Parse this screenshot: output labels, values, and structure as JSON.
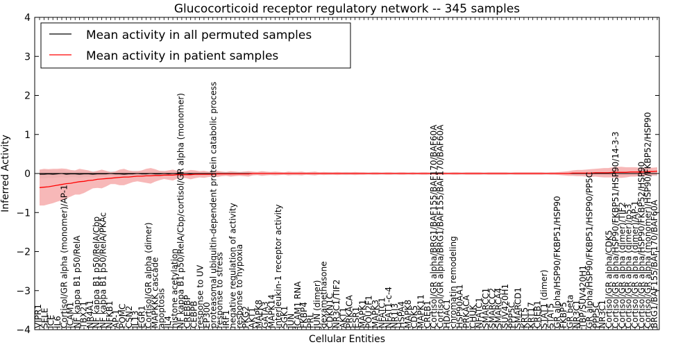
{
  "chart_data": {
    "type": "line",
    "title": "Glucocorticoid receptor regulatory network -- 345 samples",
    "xlabel": "Cellular Entities",
    "ylabel": "Inferred Activity",
    "ylim": [
      -4,
      4
    ],
    "yticks": [
      "4",
      "3",
      "2",
      "1",
      "0",
      "−1",
      "−2",
      "−3",
      "−4"
    ],
    "ytick_values": [
      4,
      3,
      2,
      1,
      0,
      -1,
      -2,
      -3,
      -4
    ],
    "grid": false,
    "legend_position": "top-left",
    "n_points": 140,
    "categories": [
      "VIPR1",
      "SELE",
      "ICE",
      "IL6",
      "Cortisol/GR alpha (monomer)/AP-1",
      "ICAM1",
      "NF kappa B1 p50/RelA",
      "TBX21",
      "NR4A1",
      "NF kappa B1 p50/RelA/Cbp",
      "NF kappa B1 p50/RelA/PKAc",
      "NFKB1",
      "AP-1",
      "POMC",
      "CSN2",
      "IL13",
      "EGR1",
      "Cortisol/GR alpha (dimer)",
      "MAPKKK cascade",
      "apoptosis",
      "IL4",
      "histone acetylation",
      "NF kappa B1 p50/RelA/Cbp/cortisol/GR alpha (monomer)",
      "CREBBP",
      "CEBPB",
      "response to UV",
      "EP300",
      "proteasomal ubiquitin-dependent protein catabolic process",
      "response to stress",
      "IRF1",
      "negative regulation of activity",
      "response to hypoxia",
      "PKG2",
      "AKT1",
      "MAPK8",
      "GATA3",
      "MAPK14",
      "interleukin-1 receptor activity",
      "SGK1",
      "JUN",
      "ICAM1 RNA",
      "FKBP4",
      "PRL",
      "JUN (dimer)",
      "dexamethasone",
      "CDKN1C",
      "NR3C1/TIF2",
      "AKT1",
      "PRKACA",
      "ESR1",
      "MAPK1",
      "POU2F1",
      "MAPK3",
      "NFATC1",
      "NFAT1-c-4",
      "NR1I3",
      "HSPA4",
      "MAPK8",
      "CDK5",
      "MAPK11",
      "CREB1",
      "Cortisol/GR alpha/BRG1/BAF155/BAF170/BAF60A",
      "Cortisol/GR alpha/BRG1/BAF155/BAF170/BAF60A",
      "HDAC1",
      "chromatin remodeling",
      "HSP90AA1",
      "PRKACA",
      "CHUK",
      "NFATC1",
      "SMARCC1",
      "SMARCC2",
      "SMARCA4",
      "SUV420H1",
      "PPP5C",
      "SMARCD1",
      "KRT5",
      "KRT17",
      "CREB1",
      "STAT1 (dimer)",
      "STAT5",
      "GR alpha/HSP90/FKBP51/HSP90",
      "FKBP5",
      "GR beta",
      "NR3C1",
      "TBP/SUV420H1",
      "GR alpha/HSP90/FKBP51/HSP90/PP5C",
      "PPP5C",
      "NR3C1",
      "Cortisol/GR alpha/CDK5",
      "Cortisol/GR alpha/HSP90/FKBP51/HSP90/14-3-3",
      "Cortisol/GR alpha (dimer)/TIF2",
      "Cortisol/GR alpha (dimer)/p53",
      "Cortisol/GR alpha (dimer)/AP-1",
      "Cortisol/GR alpha/HSP90/FKBP52/HSP90",
      "Cortisol/GR alpha (monomer)/HSP90/FKBP52/HSP90",
      "BRG1/BAF155/BAF170/BAF60A"
    ],
    "series": [
      {
        "name": "Mean activity in all permuted samples",
        "color": "#000000",
        "values": [
          -0.02,
          -0.02,
          -0.01,
          -0.02,
          -0.01,
          0.0,
          -0.02,
          -0.01,
          -0.01,
          -0.02,
          -0.01,
          -0.01,
          -0.02,
          -0.01,
          -0.01,
          -0.01,
          0.0,
          -0.01,
          -0.01,
          -0.02,
          -0.01,
          -0.01,
          0.0,
          -0.01,
          -0.01,
          0.0,
          -0.01,
          -0.01,
          0.0,
          -0.01,
          0.0,
          -0.01,
          0.0,
          0.0,
          -0.01,
          0.0,
          -0.01,
          0.0,
          0.0,
          -0.01,
          0.0,
          0.0,
          0.0,
          -0.01,
          0.0,
          0.0,
          0.0,
          -0.01,
          0.0,
          0.0,
          0.0,
          0.0,
          0.0,
          0.0,
          0.0,
          0.0,
          0.0,
          0.0,
          0.0,
          0.0,
          0.0,
          0.0,
          0.0,
          0.0,
          0.0,
          0.0,
          0.0,
          0.0,
          0.0,
          0.0,
          0.0,
          0.0,
          0.0,
          0.0,
          0.0,
          0.0,
          0.0,
          0.0,
          0.0,
          0.0,
          0.0,
          0.0,
          0.0,
          0.0,
          0.0,
          0.0,
          0.0,
          0.0,
          0.0,
          0.0,
          0.0,
          0.0,
          0.0,
          0.0,
          0.0,
          0.0,
          0.0,
          0.0,
          0.0,
          0.0,
          0.0,
          0.0,
          0.0,
          0.0,
          0.0,
          0.0,
          0.0,
          0.0,
          0.0,
          0.0,
          0.0,
          0.0,
          0.0,
          0.0,
          0.0,
          0.0,
          0.0,
          0.0,
          0.0,
          0.0,
          0.0,
          0.0,
          0.0,
          0.0,
          0.0,
          0.0,
          0.0,
          0.0,
          0.0,
          0.0,
          0.0,
          0.0,
          0.0,
          0.0,
          0.0,
          0.0,
          0.0,
          0.0,
          0.0,
          0.0
        ],
        "band_color": "#c8c8c8",
        "band": [
          0.1,
          0.11,
          0.1,
          0.1,
          0.09,
          0.09,
          0.09,
          0.08,
          0.08,
          0.09,
          0.08,
          0.08,
          0.08,
          0.07,
          0.07,
          0.07,
          0.06,
          0.07,
          0.08,
          0.09,
          0.08,
          0.08,
          0.07,
          0.07,
          0.06,
          0.06,
          0.07,
          0.08,
          0.07,
          0.06,
          0.06,
          0.06,
          0.05,
          0.05,
          0.06,
          0.06,
          0.05,
          0.05,
          0.05,
          0.05,
          0.05,
          0.05,
          0.04,
          0.05,
          0.05,
          0.04,
          0.05,
          0.05,
          0.04,
          0.04,
          0.05,
          0.04,
          0.04,
          0.04,
          0.04,
          0.03,
          0.04,
          0.04,
          0.04,
          0.04,
          0.03,
          0.04,
          0.04,
          0.03,
          0.03,
          0.04,
          0.03,
          0.03,
          0.03,
          0.04,
          0.03,
          0.03,
          0.03,
          0.03,
          0.03,
          0.03,
          0.03,
          0.03,
          0.03,
          0.03,
          0.03,
          0.03,
          0.03,
          0.03,
          0.03,
          0.03,
          0.03,
          0.03,
          0.03,
          0.03,
          0.03,
          0.03,
          0.03,
          0.03,
          0.03,
          0.03,
          0.03,
          0.03,
          0.03,
          0.03,
          0.03,
          0.03,
          0.03,
          0.03,
          0.03,
          0.03,
          0.03,
          0.03,
          0.03,
          0.03,
          0.03,
          0.03,
          0.03,
          0.03,
          0.03,
          0.03,
          0.03,
          0.03,
          0.03,
          0.03,
          0.03,
          0.03,
          0.03,
          0.03,
          0.04,
          0.04,
          0.04,
          0.04,
          0.04,
          0.05,
          0.05,
          0.05,
          0.05,
          0.05,
          0.05,
          0.06,
          0.06,
          0.06,
          0.06,
          0.07
        ]
      },
      {
        "name": "Mean activity in patient samples",
        "color": "#ff0000",
        "values": [
          -0.36,
          -0.35,
          -0.34,
          -0.32,
          -0.3,
          -0.28,
          -0.26,
          -0.25,
          -0.23,
          -0.21,
          -0.2,
          -0.18,
          -0.17,
          -0.15,
          -0.14,
          -0.13,
          -0.12,
          -0.11,
          -0.1,
          -0.09,
          -0.09,
          -0.08,
          -0.07,
          -0.07,
          -0.06,
          -0.06,
          -0.05,
          -0.05,
          -0.04,
          -0.04,
          -0.04,
          -0.03,
          -0.03,
          -0.03,
          -0.03,
          -0.02,
          -0.02,
          -0.02,
          -0.02,
          -0.02,
          -0.01,
          -0.01,
          -0.01,
          -0.01,
          -0.01,
          -0.01,
          -0.01,
          -0.01,
          0.0,
          0.0,
          0.0,
          0.0,
          0.0,
          0.0,
          0.0,
          0.0,
          0.0,
          0.0,
          0.0,
          0.0,
          0.0,
          0.0,
          0.0,
          0.0,
          0.0,
          0.0,
          0.0,
          0.0,
          0.0,
          0.0,
          0.0,
          0.0,
          0.0,
          0.0,
          0.0,
          0.0,
          0.0,
          0.0,
          0.0,
          0.0,
          0.0,
          0.0,
          0.0,
          0.0,
          0.0,
          0.0,
          0.0,
          0.0,
          0.0,
          0.0,
          0.0,
          0.0,
          0.0,
          0.0,
          0.0,
          0.0,
          0.0,
          0.0,
          0.0,
          0.0,
          0.0,
          0.0,
          0.0,
          0.0,
          0.0,
          0.0,
          0.0,
          0.0,
          0.0,
          0.0,
          0.0,
          0.0,
          0.0,
          0.0,
          0.0,
          0.0,
          0.0,
          0.0,
          0.0,
          0.0,
          0.01,
          0.01,
          0.01,
          0.01,
          0.01,
          0.02,
          0.02,
          0.02,
          0.02,
          0.03,
          0.03,
          0.03,
          0.03,
          0.04,
          0.04,
          0.04,
          0.04,
          0.05,
          0.05,
          0.06
        ],
        "band_color": "#f4a0a0",
        "band": [
          0.46,
          0.47,
          0.45,
          0.44,
          0.42,
          0.41,
          0.38,
          0.34,
          0.31,
          0.33,
          0.3,
          0.26,
          0.21,
          0.22,
          0.24,
          0.2,
          0.15,
          0.16,
          0.2,
          0.21,
          0.17,
          0.14,
          0.13,
          0.15,
          0.18,
          0.2,
          0.16,
          0.12,
          0.1,
          0.12,
          0.14,
          0.1,
          0.08,
          0.09,
          0.12,
          0.1,
          0.08,
          0.09,
          0.07,
          0.06,
          0.08,
          0.06,
          0.05,
          0.07,
          0.06,
          0.05,
          0.06,
          0.07,
          0.05,
          0.04,
          0.06,
          0.05,
          0.04,
          0.05,
          0.04,
          0.03,
          0.05,
          0.04,
          0.04,
          0.05,
          0.03,
          0.04,
          0.05,
          0.03,
          0.04,
          0.03,
          0.03,
          0.04,
          0.03,
          0.03,
          0.03,
          0.04,
          0.03,
          0.03,
          0.02,
          0.03,
          0.03,
          0.02,
          0.03,
          0.03,
          0.02,
          0.03,
          0.03,
          0.02,
          0.03,
          0.02,
          0.03,
          0.03,
          0.02,
          0.03,
          0.03,
          0.03,
          0.02,
          0.03,
          0.03,
          0.02,
          0.03,
          0.03,
          0.03,
          0.03,
          0.02,
          0.03,
          0.03,
          0.03,
          0.03,
          0.03,
          0.02,
          0.03,
          0.03,
          0.03,
          0.03,
          0.03,
          0.03,
          0.03,
          0.02,
          0.03,
          0.03,
          0.04,
          0.05,
          0.06,
          0.07,
          0.08,
          0.08,
          0.09,
          0.1,
          0.1,
          0.11,
          0.12,
          0.12,
          0.13,
          0.14,
          0.14,
          0.13,
          0.12,
          0.12,
          0.11,
          0.11,
          0.1,
          0.1,
          0.1
        ]
      }
    ]
  }
}
